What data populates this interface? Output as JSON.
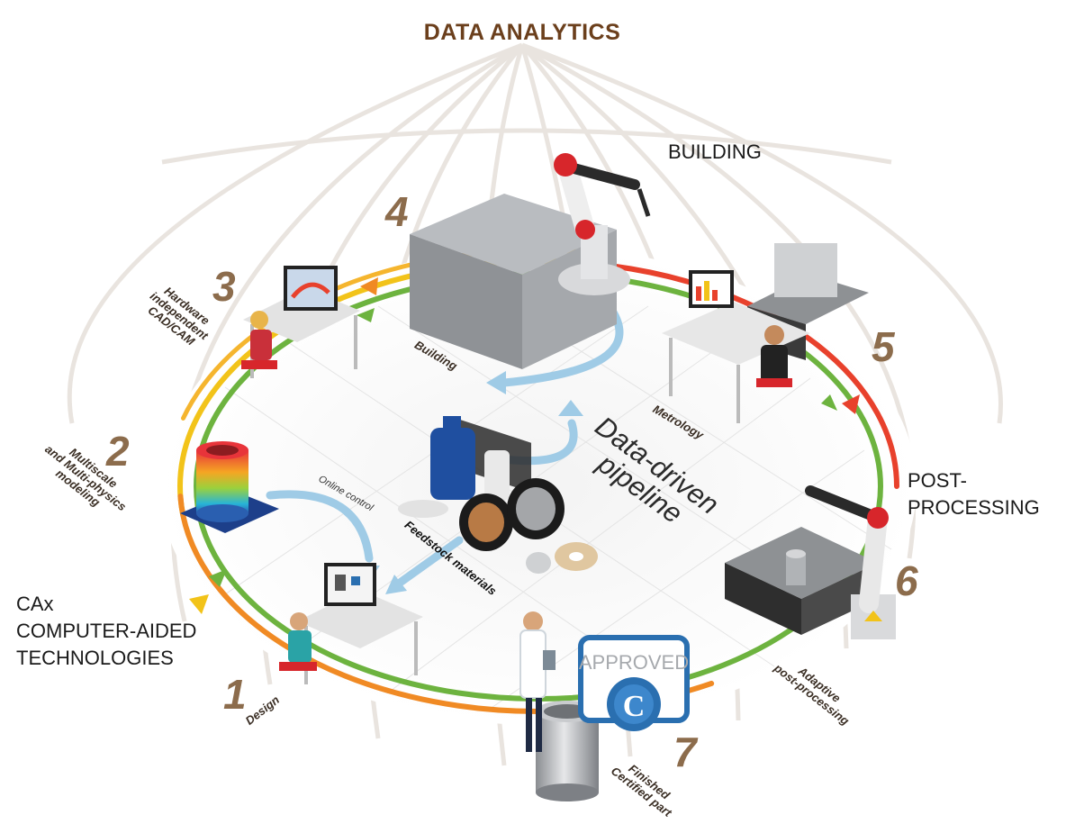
{
  "title": "DATA ANALYTICS",
  "stages": {
    "building": "BUILDING",
    "post_processing": "POST-PROCESSING",
    "cax": "CAx\nCOMPUTER-AIDED\nTECHNOLOGIES"
  },
  "steps": [
    {
      "num": "1",
      "label": "Design"
    },
    {
      "num": "2",
      "label": "Multiscale\nand Multi-physics\nmodeling"
    },
    {
      "num": "3",
      "label": "Hardware\nindependent\nCAD/CAM"
    },
    {
      "num": "4",
      "label": "Building"
    },
    {
      "num": "5",
      "label": "Metrology"
    },
    {
      "num": "6",
      "label": "Adaptive\npost-processing"
    },
    {
      "num": "7",
      "label": "Finished\nCertified part"
    }
  ],
  "center": {
    "pipeline": "Data-driven\npipeline",
    "feedstock": "Feedstock materials",
    "online_control": "Online control"
  },
  "badge": {
    "text": "APPROVED",
    "letter": "C"
  },
  "colors": {
    "title": "#6b3f1c",
    "numbers": "#8c6c4c",
    "ring_orange": "#f08a24",
    "ring_green": "#6db33f",
    "ring_yellow": "#f2c319",
    "ring_red": "#e8412c",
    "flow_arrow": "#9fcbe6",
    "badge_blue": "#2a6fb0"
  }
}
